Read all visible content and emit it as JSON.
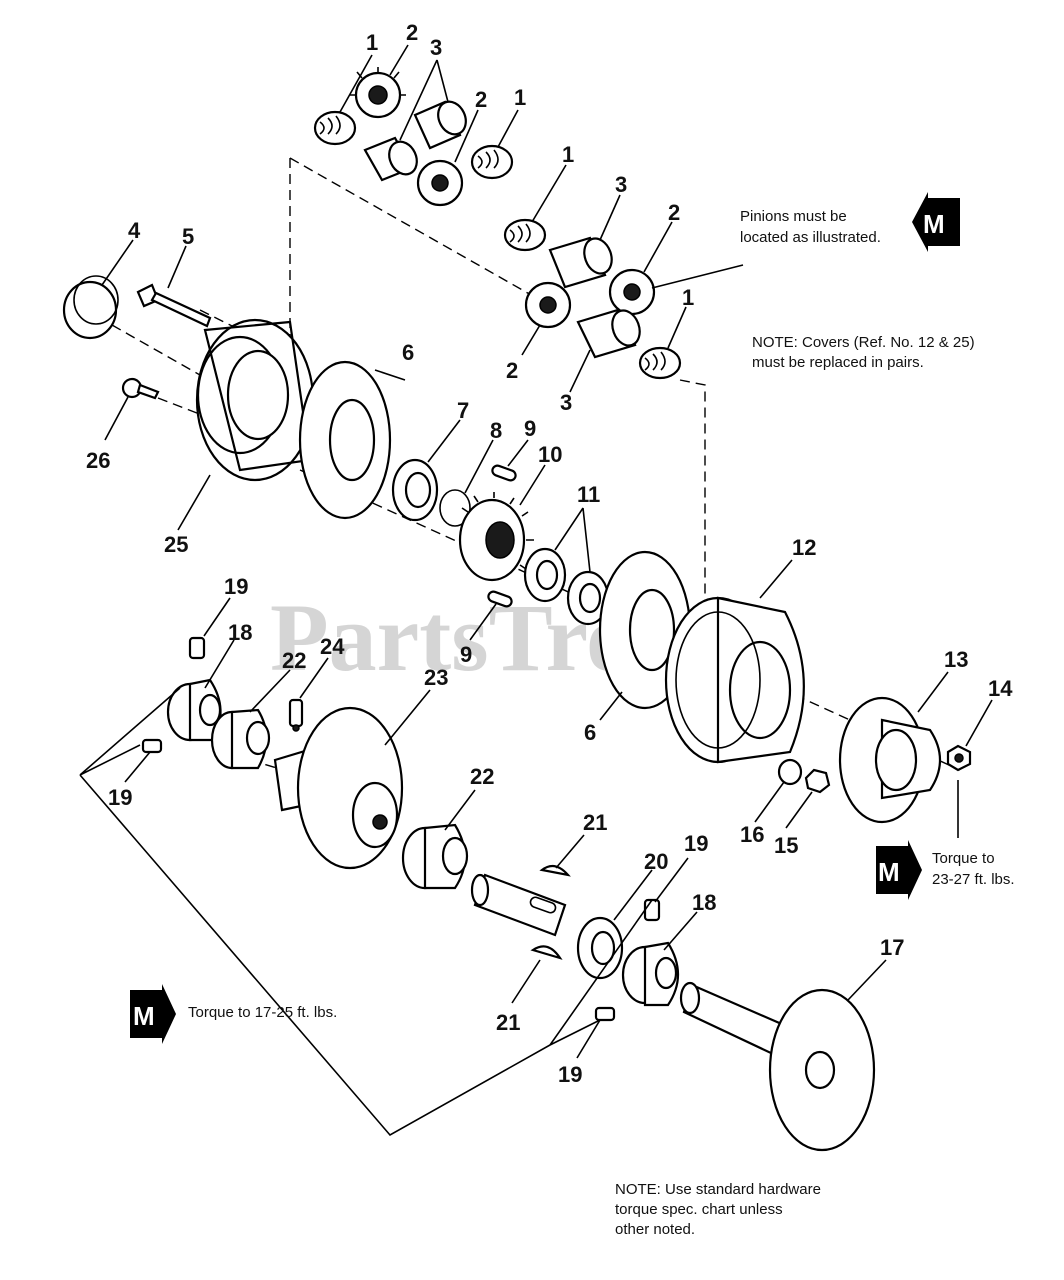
{
  "diagram": {
    "watermark": "PartsTree",
    "badge_letter": "M",
    "callouts": {
      "c1a": "1",
      "c2a": "2",
      "c3a": "3",
      "c2b": "2",
      "c1b": "1",
      "c1c": "1",
      "c3b": "3",
      "c2c": "2",
      "c2d": "2",
      "c1d": "1",
      "c3c": "3",
      "c4": "4",
      "c5": "5",
      "c26": "26",
      "c25": "25",
      "c6a": "6",
      "c7": "7",
      "c8": "8",
      "c9a": "9",
      "c10": "10",
      "c11": "11",
      "c9b": "9",
      "c12": "12",
      "c6b": "6",
      "c13": "13",
      "c14": "14",
      "c16": "16",
      "c15": "15",
      "c19a": "19",
      "c18a": "18",
      "c22a": "22",
      "c24": "24",
      "c23": "23",
      "c19b": "19",
      "c22b": "22",
      "c21a": "21",
      "c20": "20",
      "c19c": "19",
      "c18b": "18",
      "c21b": "21",
      "c19d": "19",
      "c17": "17"
    },
    "notes": {
      "pinions_line1": "Pinions must be",
      "pinions_line2": "located as illustrated.",
      "covers_line1": "NOTE: Covers (Ref. No. 12 & 25)",
      "covers_line2": "must be replaced in pairs.",
      "torque_23_line1": "Torque to",
      "torque_23_line2": "23-27 ft. lbs.",
      "torque_17": "Torque to 17-25 ft. lbs.",
      "hardware_line1": "NOTE: Use standard hardware",
      "hardware_line2": "torque spec. chart unless",
      "hardware_line3": "other noted."
    }
  }
}
